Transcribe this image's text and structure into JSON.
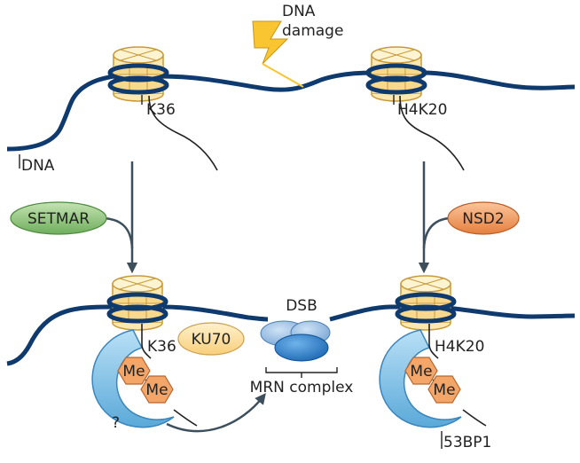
{
  "labels": {
    "dna_damage_line1": "DNA",
    "dna_damage_line2": "damage",
    "k36_top": "K36",
    "h4k20_top": "H4K20",
    "dna": "DNA",
    "setmar": "SETMAR",
    "nsd2": "NSD2",
    "k36_bottom": "K36",
    "h4k20_bottom": "H4K20",
    "dsb": "DSB",
    "ku70": "KU70",
    "mrn_complex": "MRN complex",
    "me_left_1": "Me",
    "me_left_2": "Me",
    "me_right_1": "Me",
    "me_right_2": "Me",
    "question": "?",
    "bp53": "53BP1"
  },
  "colors": {
    "dna_strand": "#0f3a6e",
    "nucleosome_fill": "#fde8b0",
    "nucleosome_stroke": "#c79a3a",
    "arrow": "#3d4f5c",
    "setmar_fill": "#8cc47a",
    "nsd2_fill": "#f2a067",
    "ku70_fill": "#fde2a6",
    "methyl_fill": "#f4a668",
    "reader_fill": "#7fc4ea",
    "mrn_fill": "#3a7fc4",
    "lightning": "#f9c531"
  }
}
